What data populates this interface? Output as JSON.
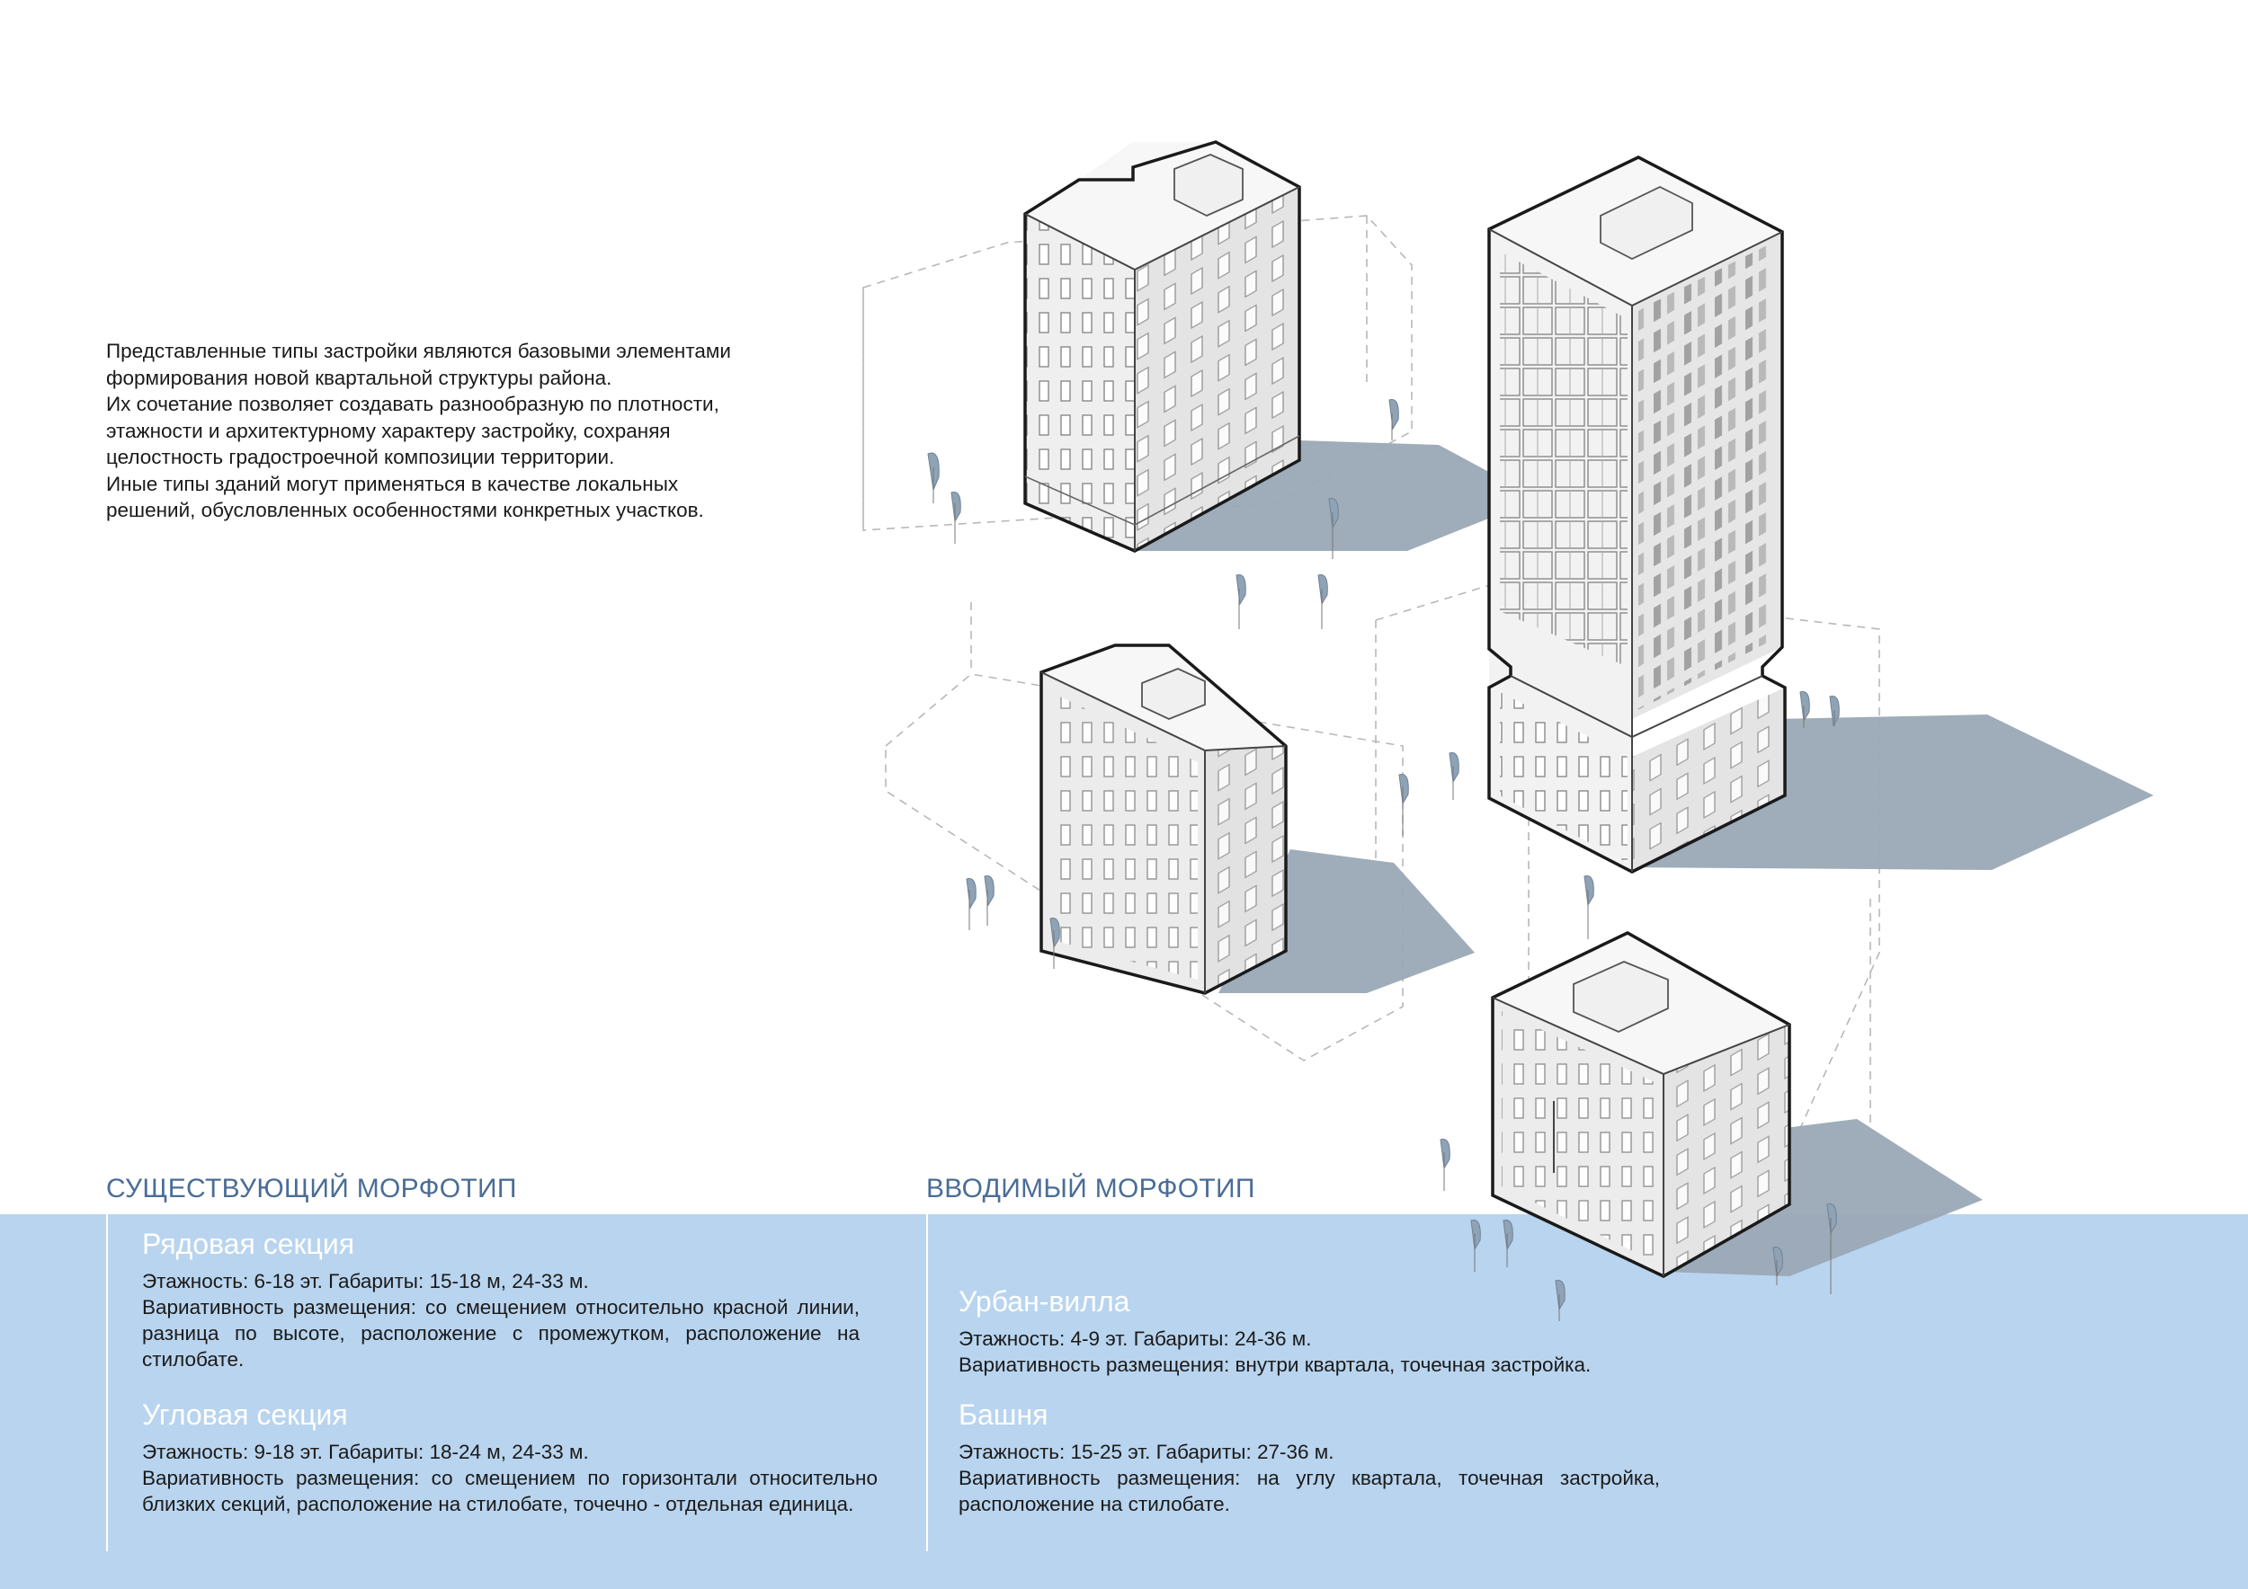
{
  "intro": [
    "Представленные типы застройки являются базовыми элементами формирования новой квартальной структуры района.",
    "Их сочетание позволяет создавать разнообразную по плотности, этажности и архитектурному характеру застройку, сохраняя целостность градостроечной композиции территории.",
    "Иные типы зданий могут применяться в качестве локальных решений, обусловленных особенностями конкретных участков."
  ],
  "existing": {
    "heading": "СУЩЕСТВУЮЩИЙ МОРФОТИП",
    "row_section": {
      "title": "Рядовая секция",
      "floors": "Этажность: 6-18 эт. Габариты: 15-18 м, 24-33 м.",
      "variability": "Вариативность размещения: со смещением относительно красной линии, разница по высоте, расположение с промежутком, расположение на стилобате."
    },
    "corner_section": {
      "title": "Угловая секция",
      "floors": "Этажность: 9-18 эт. Габариты: 18-24 м, 24-33 м.",
      "variability": "Вариативность размещения: со смещением по горизонтали относительно близких секций, расположение на стилобате, точечно - отдельная единица."
    }
  },
  "introduced": {
    "heading": "ВВОДИМЫЙ МОРФОТИП",
    "urban_villa": {
      "title": "Урбан-вилла",
      "floors": "Этажность: 4-9 эт. Габариты: 24-36 м.",
      "variability": "Вариативность размещения: внутри квартала, точечная застройка."
    },
    "tower": {
      "title": "Башня",
      "floors": "Этажность: 15-25 эт. Габариты: 27-36 м.",
      "variability": "Вариативность размещения: на углу квартала, точечная застройка, расположение на стилобате."
    }
  },
  "colors": {
    "band": "#b9d4ee",
    "heading": "#4a6d96",
    "shadow": "#9aa8b5",
    "building": "#f2f2f2"
  },
  "illustration": {
    "icons": [
      "row-section-building-icon",
      "corner-section-building-icon",
      "tower-building-icon",
      "urban-villa-building-icon",
      "tree-icon"
    ]
  }
}
